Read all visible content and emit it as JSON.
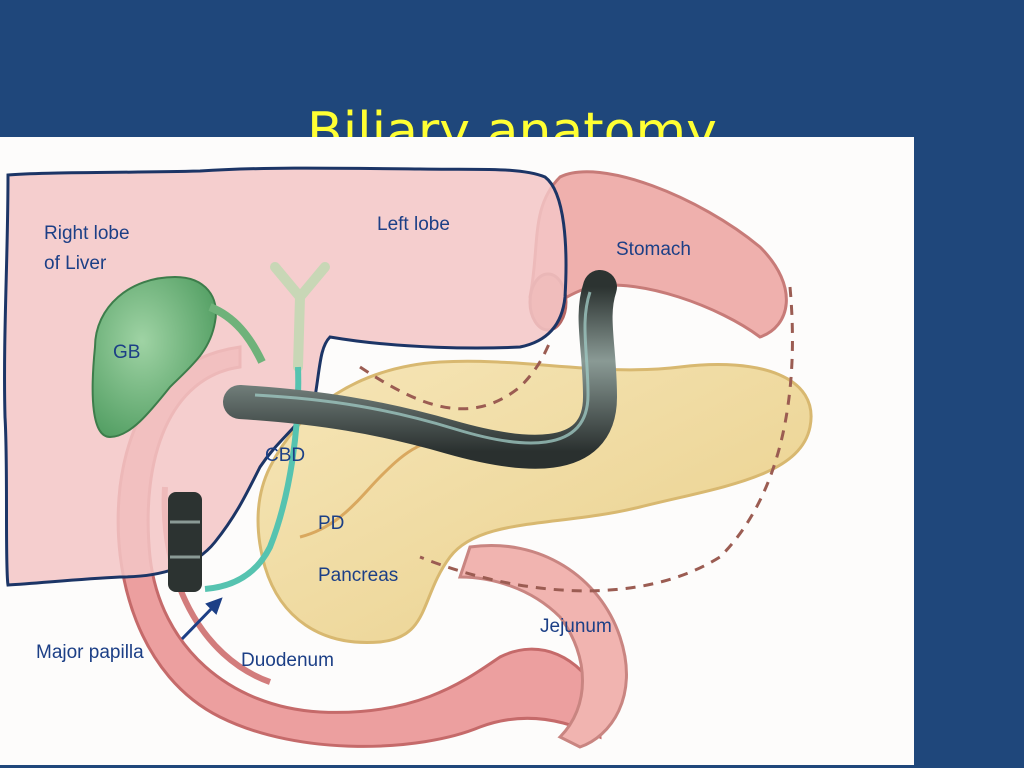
{
  "slide": {
    "title": "Biliary anatomy"
  },
  "labels": {
    "right_lobe_line1": "Right lobe",
    "right_lobe_line2": "of Liver",
    "left_lobe": "Left lobe",
    "stomach": "Stomach",
    "gb": "GB",
    "cbd": "CBD",
    "pd": "PD",
    "pancreas": "Pancreas",
    "jejunum": "Jejunum",
    "major_papilla": "Major papilla",
    "duodenum": "Duodenum"
  },
  "colors": {
    "background": "#1f477b",
    "title": "#ffff33",
    "label": "#1c3f86",
    "liver_outline": "#1c3566",
    "liver_fill": "#f3c6c6",
    "gallbladder": "#6fb27a",
    "pancreas": "#f2dca0",
    "duodenum": "#e89a9a",
    "endoscope": "#4c5654"
  }
}
